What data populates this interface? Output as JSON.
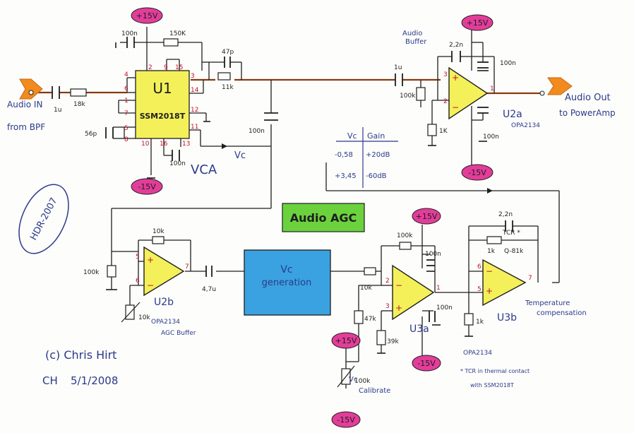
{
  "title": "Audio AGC",
  "author": "(c) Chris Hirt",
  "signature_date": "5/1/2008",
  "initials": "CH",
  "stamp": "HDR-2007",
  "vca_label": "VCA",
  "vc_label": "Vc",
  "colors": {
    "ink": "#2b3a8a",
    "red": "#c0112a",
    "wire": "#1e1e1e",
    "signal": "#8a3a10",
    "ic_fill": "#f4f05a",
    "rail_fill": "#e33d9a",
    "block_fill": "#3aa2e0",
    "title_fill": "#6bd23e",
    "arrow_fill": "#f28a1e"
  },
  "table": {
    "headers": [
      "Vc",
      "Gain"
    ],
    "rows": [
      [
        "-0,58",
        "+20dB"
      ],
      [
        "+3,45",
        "-60dB"
      ]
    ]
  },
  "ic_u1": {
    "name": "U1",
    "part": "SSM2018T"
  },
  "u1_pins": {
    "p4": "4",
    "p6": "6",
    "p1": "1",
    "p7": "7",
    "p5": "5",
    "p8": "8",
    "p2": "2",
    "p9": "9",
    "p15": "15",
    "p3": "3",
    "p14": "14",
    "p12": "12",
    "p11": "11",
    "p10": "10",
    "p16": "16",
    "p13": "13"
  },
  "rails": {
    "plus": "+15V",
    "minus": "-15V"
  },
  "input": {
    "label": "Audio IN",
    "source": "from BPF"
  },
  "output": {
    "label1": "Audio Out",
    "label2": "to PowerAmp"
  },
  "buffer_label": [
    "Audio",
    "Buffer"
  ],
  "opamps": {
    "u2a": {
      "name": "U2a",
      "part": "OPA2134",
      "pin_plus": "3",
      "pin_minus": "2",
      "pin_out": "1"
    },
    "u2b": {
      "name": "U2b",
      "part": "OPA2134",
      "sub": "AGC Buffer",
      "pin_plus": "5",
      "pin_minus": "6",
      "pin_out": "7"
    },
    "u3a": {
      "name": "U3a",
      "pin_minus": "2",
      "pin_plus": "3",
      "pin_out": "1"
    },
    "u3b": {
      "name": "U3b",
      "part": "OPA2134",
      "pin_minus": "6",
      "pin_plus": "5",
      "pin_out": "7"
    }
  },
  "vc_block": {
    "line1": "Vc",
    "line2": "generation"
  },
  "components": {
    "c_100n_top": "100n",
    "r_150k": "150K",
    "c_47p": "47p",
    "r_11k": "11k",
    "c_1u_in": "1u",
    "r_18k": "18k",
    "c_56p": "56p",
    "c_100n_bot": "100n",
    "c_100n_cpl": "100n",
    "c_1u_out": "1u",
    "r_100k_buf": "100k",
    "c_2n2_buf": "2,2n",
    "c_100n_buf1": "100n",
    "c_100n_buf2": "100n",
    "r_1k_buf": "1K",
    "r_10k_agc": "10k",
    "r_100k_agc": "100k",
    "pot_10k": "10k",
    "c_4u7": "4,7u",
    "r_10k_u3": "10k",
    "r_100k_u3": "100k",
    "c_100n_u3a": "100n",
    "c_100n_u3b": "100n",
    "r_47k": "47k",
    "r_39k": "39k",
    "pot_100k": "100k",
    "c_2n2_u3": "2,2n",
    "tcr": "TCR *",
    "r_1k_tcr": "1k",
    "q81k": "Q-81k",
    "r_1k_u3b": "1k"
  },
  "calibrate": {
    "line1": "Vc",
    "line2": "Calibrate"
  },
  "temp_comp": [
    "Temperature",
    "compensation"
  ],
  "note": [
    "* TCR in thermal contact",
    "with SSM2018T"
  ]
}
